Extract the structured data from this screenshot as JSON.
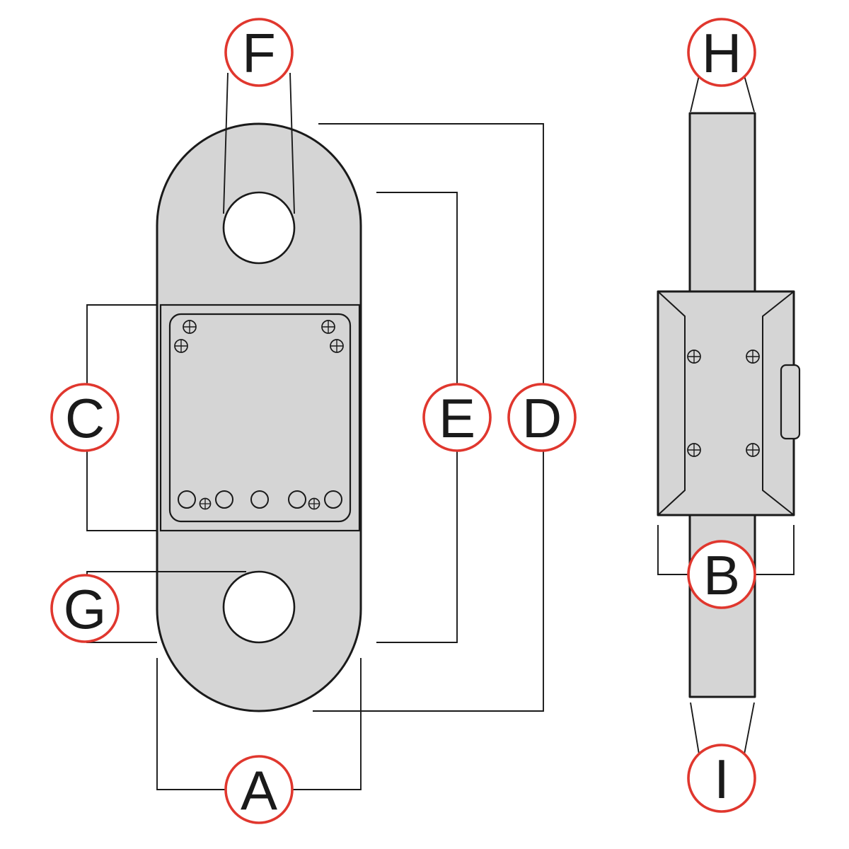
{
  "labels": {
    "A": "A",
    "B": "B",
    "C": "C",
    "D": "D",
    "E": "E",
    "F": "F",
    "G": "G",
    "H": "H",
    "I": "I"
  },
  "colors": {
    "accent": "#e0372e",
    "line": "#1a1a1a",
    "body_fill": "#d5d5d5",
    "background": "#ffffff"
  },
  "icons": {
    "screw-icon": "⊕",
    "button-icon": "○",
    "dimension-bubble": "circle"
  }
}
